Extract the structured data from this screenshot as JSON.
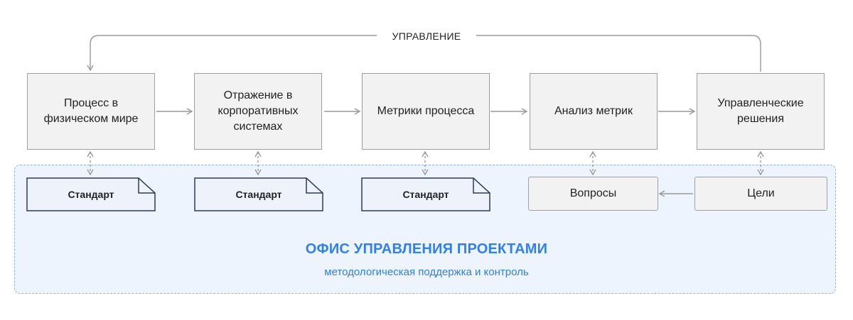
{
  "loop_label": "УПРАВЛЕНИЕ",
  "processes": [
    "Процесс в физическом мире",
    "Отражение в корпоративных системах",
    "Метрики процесса",
    "Анализ метрик",
    "Управленческие решения"
  ],
  "standards": [
    "Стандарт",
    "Стандарт",
    "Стандарт"
  ],
  "questions": "Вопросы",
  "goals": "Цели",
  "office": {
    "title": "ОФИС УПРАВЛЕНИЯ ПРОЕКТАМИ",
    "subtitle": "методологическая поддержка и контроль"
  },
  "colors": {
    "accent": "#2f80ed",
    "office_fill": "#eef4fd",
    "box_fill": "#f2f2f2",
    "box_border": "#9e9e9e",
    "doc_fill": "#edf2fb",
    "doc_border": "#2b3a55"
  }
}
